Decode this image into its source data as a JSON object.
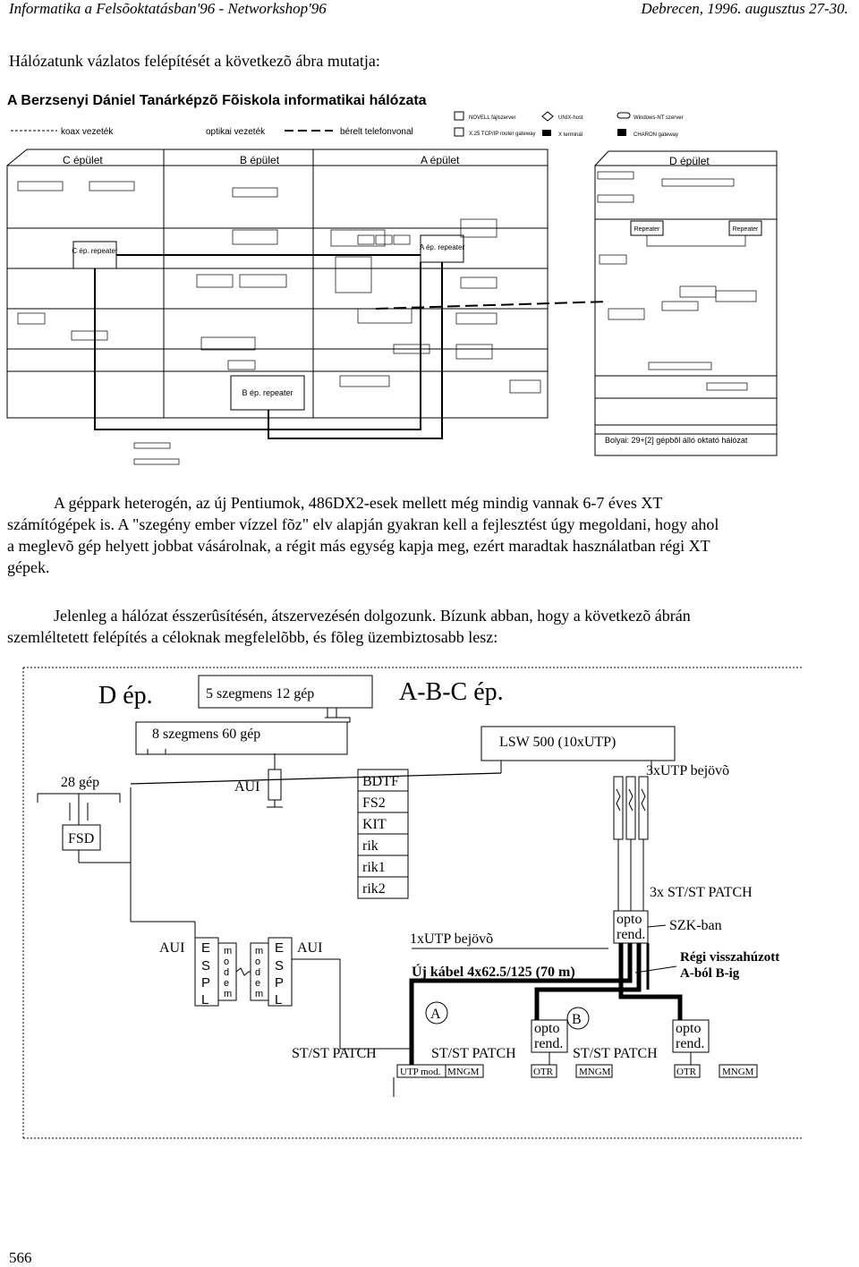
{
  "header": {
    "left": "Informatika a Felsõoktatásban'96 - Networkshop'96",
    "right": "Debrecen, 1996. augusztus 27-30."
  },
  "intro": "Hálózatunk vázlatos felépítését a következõ ábra mutatja:",
  "figure1": {
    "title": "A Berzsenyi Dániel Tanárképzõ Fõiskola informatikai hálózata",
    "legend": {
      "koax": "koax vezeték",
      "optikai": "optikai vezeték",
      "berelt": "bérelt telefonvonal",
      "novell": "NOVELL fájlszerver",
      "unix": "UNIX-host",
      "windows": "Windows-NT szerver",
      "x25": "X.25 TCP/IP router gateway",
      "xterm": "X terminál",
      "charon": "CHARON gateway"
    },
    "buildings": {
      "c": "C épület",
      "b": "B épület",
      "a": "A épület",
      "d": "D épület"
    },
    "repeaters": {
      "c": "C ép. repeater",
      "a": "A ép. repeater",
      "b": "B ép. repeater",
      "d1": "Repeater",
      "d2": "Repeater"
    },
    "bolyai": "Bolyai: 29+[2] gépbõl álló oktató hálózat"
  },
  "paragraph1": {
    "line1": "A géppark heterogén, az új Pentiumok, 486DX2-esek mellett még mindig vannak 6-7 éves XT",
    "line2": "számítógépek is. A \"szegény ember vízzel fõz\" elv alapján gyakran kell a fejlesztést úgy megoldani, hogy ahol",
    "line3": "a meglevõ gép helyett jobbat vásárolnak, a régit más egység kapja meg, ezért maradtak használatban régi XT",
    "line4": "gépek."
  },
  "paragraph2": {
    "line1": "Jelenleg a hálózat ésszerûsítésén, átszervezésén dolgozunk. Bízunk abban, hogy a következõ ábrán",
    "line2": "szemléltetett felépítés a céloknak megfelelõbb, és fõleg üzembiztosabb lesz:"
  },
  "figure2": {
    "d_ep": "D ép.",
    "abc_ep": "A-B-C ép.",
    "seg5": "5 szegmens 12 gép",
    "seg8": "8 szegmens 60 gép",
    "lsw": "LSW 500 (10xUTP)",
    "utp3": "3xUTP bejövõ",
    "gep28": "28 gép",
    "aui_top": "AUI",
    "fsd": "FSD",
    "hosts": [
      "BDTF",
      "FS2",
      "KIT",
      "rik",
      "rik1",
      "rik2"
    ],
    "stst3": "3x ST/ST PATCH",
    "opto": "opto",
    "rend": "rend.",
    "szk": "SZK-ban",
    "regi1": "Régi visszahúzott",
    "regi2": "A-ból B-ig",
    "utp1": "1xUTP bejövõ",
    "ujkabel": "Új kábel 4x62.5/125 (70 m)",
    "aui": "AUI",
    "espl": [
      "E",
      "S",
      "P",
      "L"
    ],
    "modem": [
      "m",
      "o",
      "d",
      "e",
      "m"
    ],
    "a": "A",
    "b": "B",
    "stst": "ST/ST PATCH",
    "utpmod": "UTP mod.",
    "mngm": "MNGM",
    "otr": "OTR"
  },
  "page_number": "566"
}
